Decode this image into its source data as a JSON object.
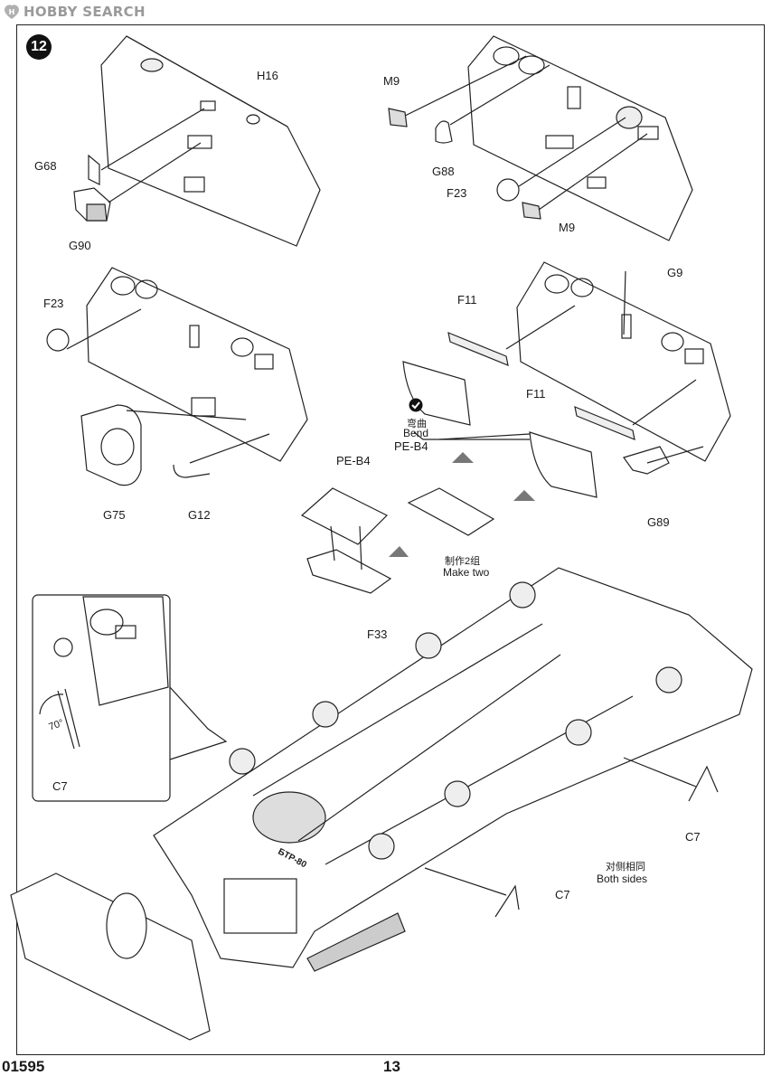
{
  "watermark": {
    "brand": "HOBBY SEARCH",
    "logo": "hobbysearch-logo-icon"
  },
  "step": {
    "number": "12"
  },
  "parts": {
    "h16": "H16",
    "m9_a": "M9",
    "m9_b": "M9",
    "g68": "G68",
    "g90": "G90",
    "g88": "G88",
    "f23_a": "F23",
    "f23_b": "F23",
    "g9": "G9",
    "f11_a": "F11",
    "f11_b": "F11",
    "pe_b4_a": "PE-B4",
    "pe_b4_b": "PE-B4",
    "g75": "G75",
    "g12": "G12",
    "g89": "G89",
    "f33": "F33",
    "c7_inset": "C7",
    "c7_a": "C7",
    "c7_b": "C7"
  },
  "notes": {
    "bend_cn": "弯曲",
    "bend_en": "Bend",
    "make_two_cn": "制作2组",
    "make_two_en": "Make two",
    "both_sides_cn": "对侧相同",
    "both_sides_en": "Both sides",
    "angle": "70°"
  },
  "vehicle_marking": "БТР-80",
  "footer": {
    "code": "01595",
    "page": "13"
  }
}
